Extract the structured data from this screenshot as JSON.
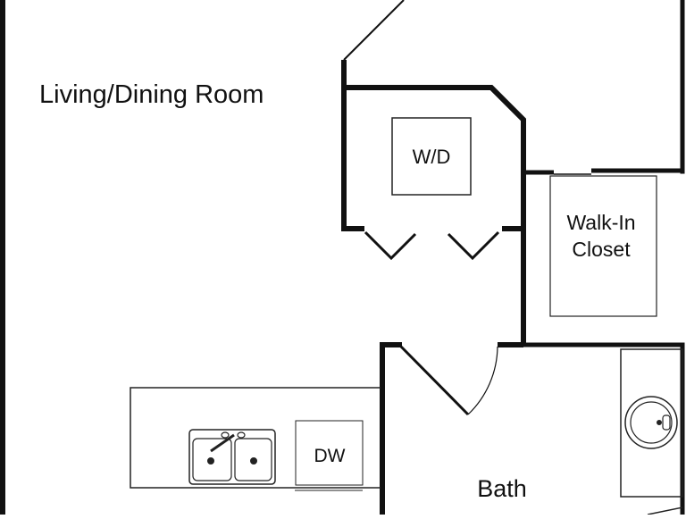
{
  "rooms": {
    "living_dining": "Living/Dining Room",
    "laundry": "W/D",
    "closet_line1": "Walk-In",
    "closet_line2": "Closet",
    "dishwasher": "DW",
    "bath": "Bath"
  },
  "colors": {
    "wall": "#111111",
    "fixture": "#222222",
    "background": "#ffffff"
  }
}
